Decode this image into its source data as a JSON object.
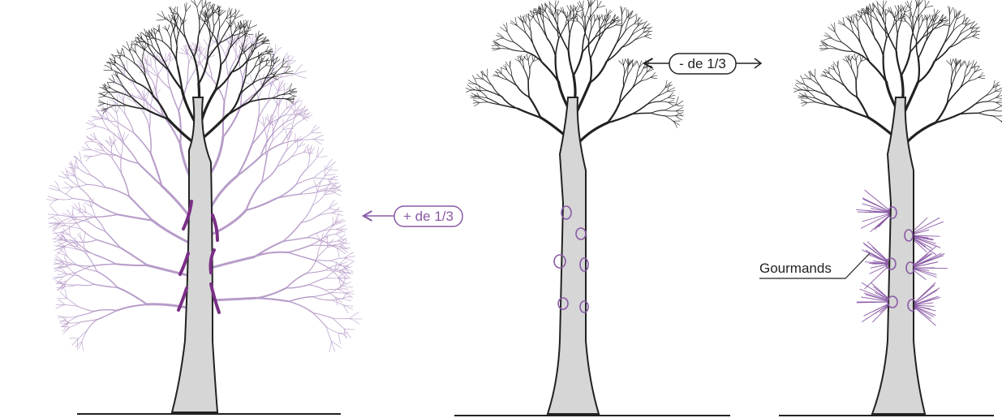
{
  "labels": {
    "over_third": "+ de 1/3",
    "under_third": "- de 1/3",
    "suckers": "Gourmands"
  },
  "colors": {
    "trunk_fill": "#d6d6d6",
    "outline": "#222222",
    "removed_crown": "#b79cc9",
    "accent_purple": "#8a5aa6",
    "cut_marks": "#7a2f86"
  },
  "panels": [
    {
      "id": "over-pruned",
      "description_key": "over_third"
    },
    {
      "id": "light-pruned",
      "description_key": "under_third"
    },
    {
      "id": "regrowth",
      "description_key": "suckers"
    }
  ]
}
